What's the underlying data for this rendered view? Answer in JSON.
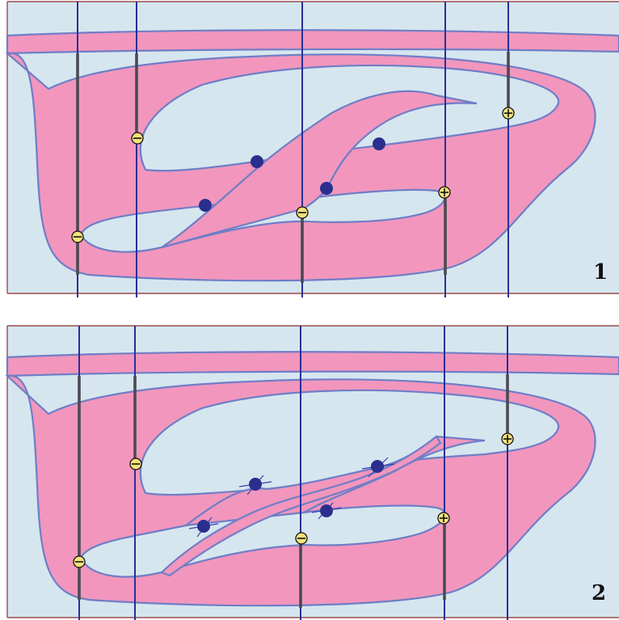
{
  "panels": [
    {
      "id": "1",
      "label": "1",
      "critical_points": [
        "minus",
        "minus",
        "minus",
        "plus",
        "plus"
      ],
      "intersection_points": 4
    },
    {
      "id": "2",
      "label": "2",
      "critical_points": [
        "minus",
        "minus",
        "minus",
        "plus",
        "plus"
      ],
      "intersection_points": 4
    }
  ],
  "colors": {
    "background": "#d6e6ef",
    "region_fill": "#f296bd",
    "region_outline": "#6f7ec6",
    "vertical_line": "#2a2f95",
    "dark_segment": "#4a4a52",
    "intersection_dot": "#2a2f8f",
    "critical_point_fill": "#f4e27a",
    "frame_edge": "#9a4b4b"
  },
  "icons": {
    "minus_point": "yellow-circle-minus",
    "plus_point": "yellow-circle-plus",
    "double_point": "blue-dot"
  }
}
